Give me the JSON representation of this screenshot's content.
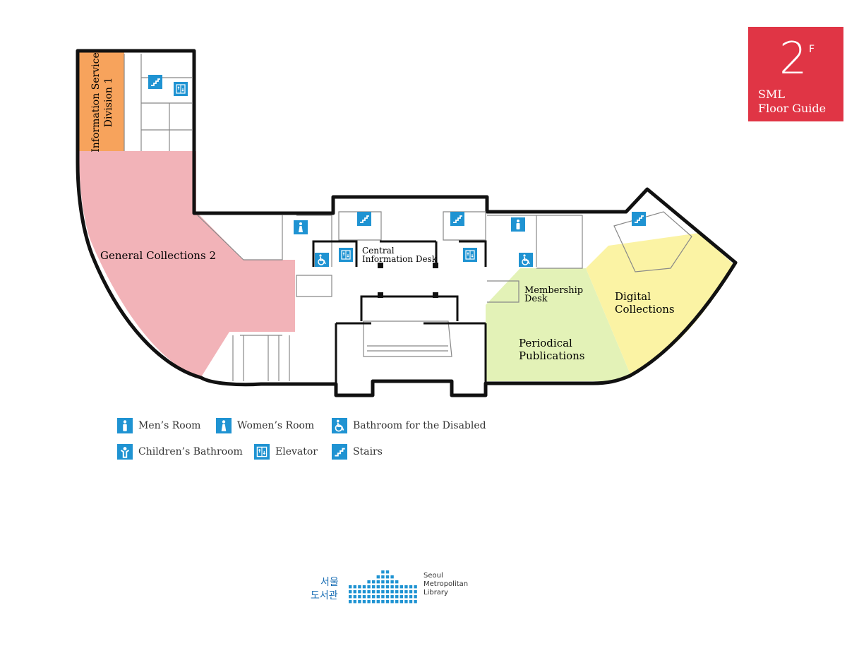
{
  "badge": {
    "floor_number": "2",
    "floor_suffix": "F",
    "line1": "SML",
    "line2": "Floor Guide",
    "color": "#e03545"
  },
  "rooms": {
    "info_service": {
      "line1": "Information Service",
      "line2": "Division 1",
      "color": "#f7a35c"
    },
    "general_collections": {
      "label": "General Collections 2",
      "color": "#f2b3b8"
    },
    "central_desk": {
      "line1": "Central",
      "line2": "Information Desk"
    },
    "membership_desk": {
      "line1": "Membership",
      "line2": "Desk"
    },
    "periodicals": {
      "line1": "Periodical",
      "line2": "Publications",
      "color": "#e3f2b7"
    },
    "digital": {
      "line1": "Digital",
      "line2": "Collections",
      "color": "#fbf3a4"
    }
  },
  "legend": {
    "mens": "Men’s Room",
    "womens": "Women’s Room",
    "disabled": "Bathroom for the Disabled",
    "children": "Children’s Bathroom",
    "elevator": "Elevator",
    "stairs": "Stairs"
  },
  "icons": {
    "color": "#1f93d2",
    "names": [
      "mens-room-icon",
      "womens-room-icon",
      "disabled-bathroom-icon",
      "childrens-bathroom-icon",
      "elevator-icon",
      "stairs-icon"
    ]
  },
  "logo": {
    "ko_line1": "서울",
    "ko_line2": "도서관",
    "en_line1": "Seoul",
    "en_line2": "Metropolitan",
    "en_line3": "Library",
    "color": "#1f93d2"
  }
}
